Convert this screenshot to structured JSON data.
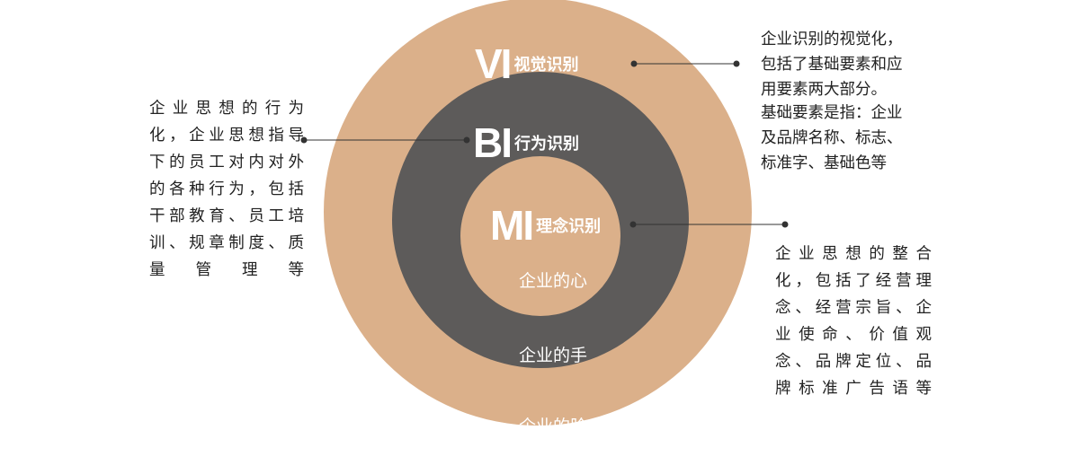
{
  "rings": {
    "vi": {
      "abbr": "VI",
      "name": "视觉识别",
      "label": "企业的脸",
      "color": "#dbb08a"
    },
    "bi": {
      "abbr": "BI",
      "name": "行为识别",
      "label": "企业的手",
      "color": "#5d5b5a"
    },
    "mi": {
      "abbr": "MI",
      "name": "理念识别",
      "label": "企业的心",
      "color": "#dbb08a"
    }
  },
  "descriptions": {
    "vi_definition": "企业识别的视觉化，\n包括了基础要素和应\n用要素两大部分。",
    "vi_basic_elements": "基础要素是指：企业\n及品牌名称、标志、\n标准字、基础色等",
    "bi": "企业思想的行为\n化，企业思想指导\n下的员工对内对外\n的各种行为，包括\n干部教育、员工培\n训、规章制度、质\n量管理等",
    "mi": "企业思想的整合\n化，包括了经营理\n念、经营宗旨、企\n业使命、价值观\n念、品牌定位、品\n牌标准广告语等"
  },
  "colors": {
    "outer_ring": "#dbb08a",
    "middle_ring": "#5d5b5a",
    "inner_circle": "#dbb08a",
    "connector": "#333333",
    "text": "#222222"
  }
}
